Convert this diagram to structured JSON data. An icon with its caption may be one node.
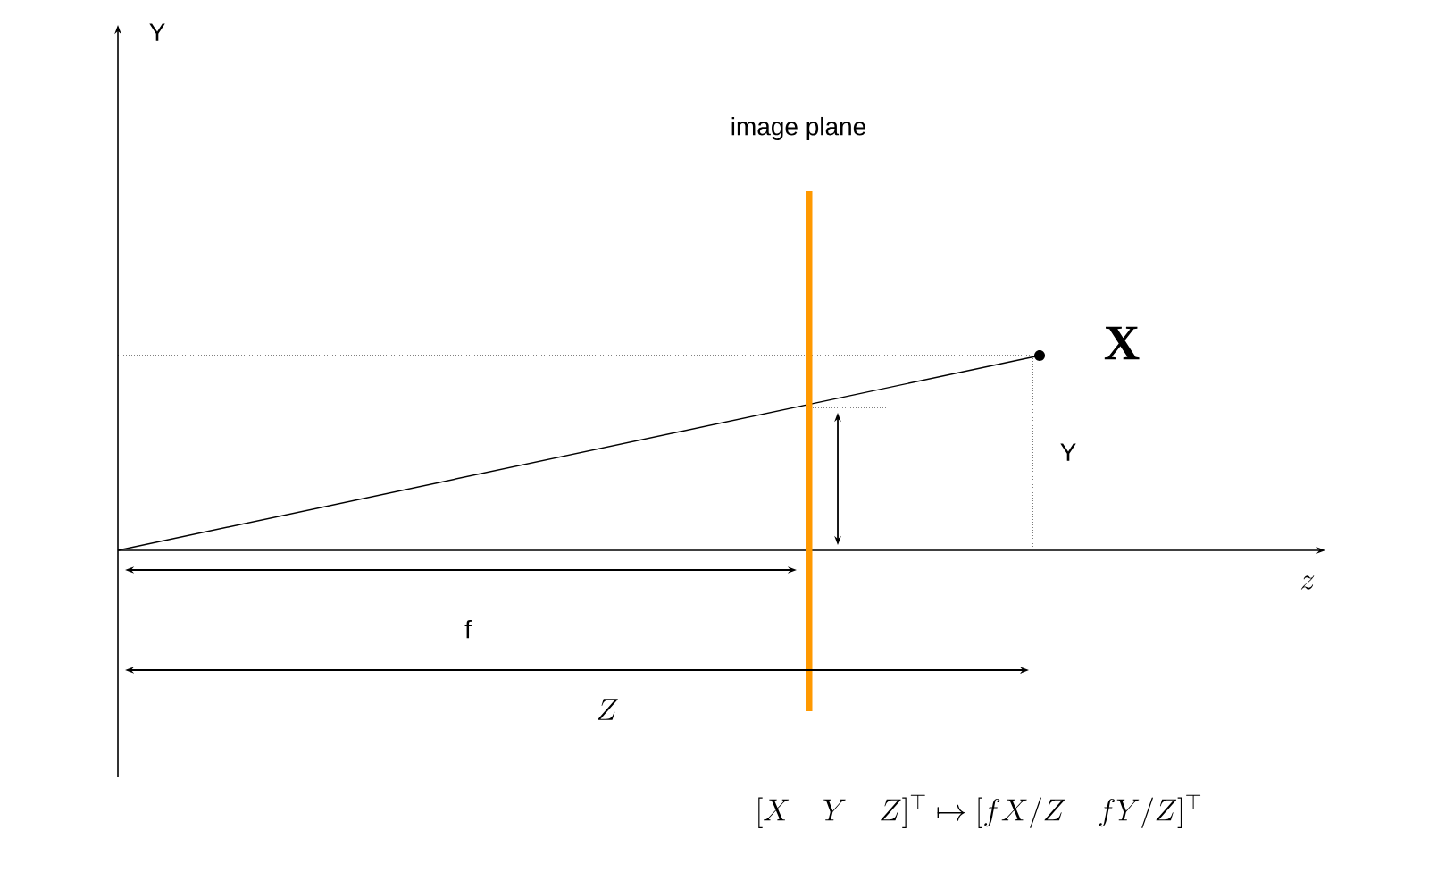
{
  "diagram": {
    "labels": [
      "Y",
      "image plane",
      "X",
      "Y",
      "z",
      "f",
      "Z",
      "[X \\quad Y \\quad Z]^\\top \\mapsto [fX/Z \\quad fY/Z]^\\top"
    ]
  }
}
